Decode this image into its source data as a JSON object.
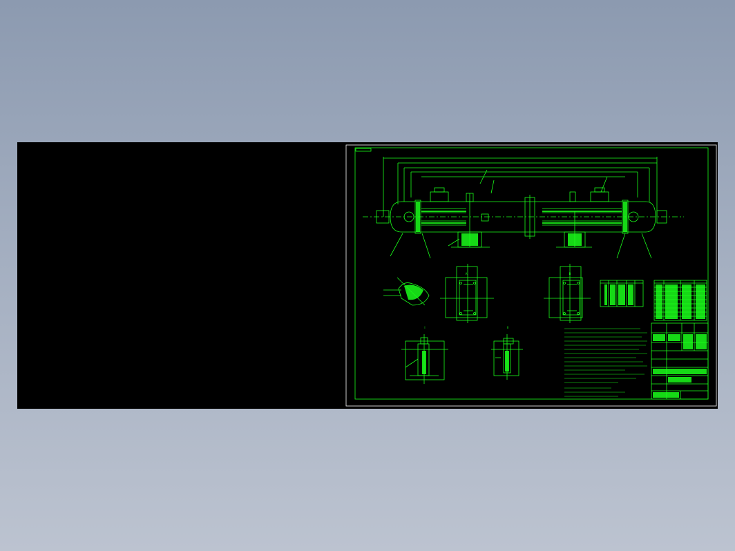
{
  "viewer": {
    "background": "#000000"
  },
  "drawing": {
    "line_color": "#1aff1a",
    "frame_color": "#ffffff",
    "sheet_tag": "",
    "section_labels": [
      "A",
      "B",
      "I",
      "II"
    ],
    "notes_heading": "",
    "title_block_title": ""
  }
}
